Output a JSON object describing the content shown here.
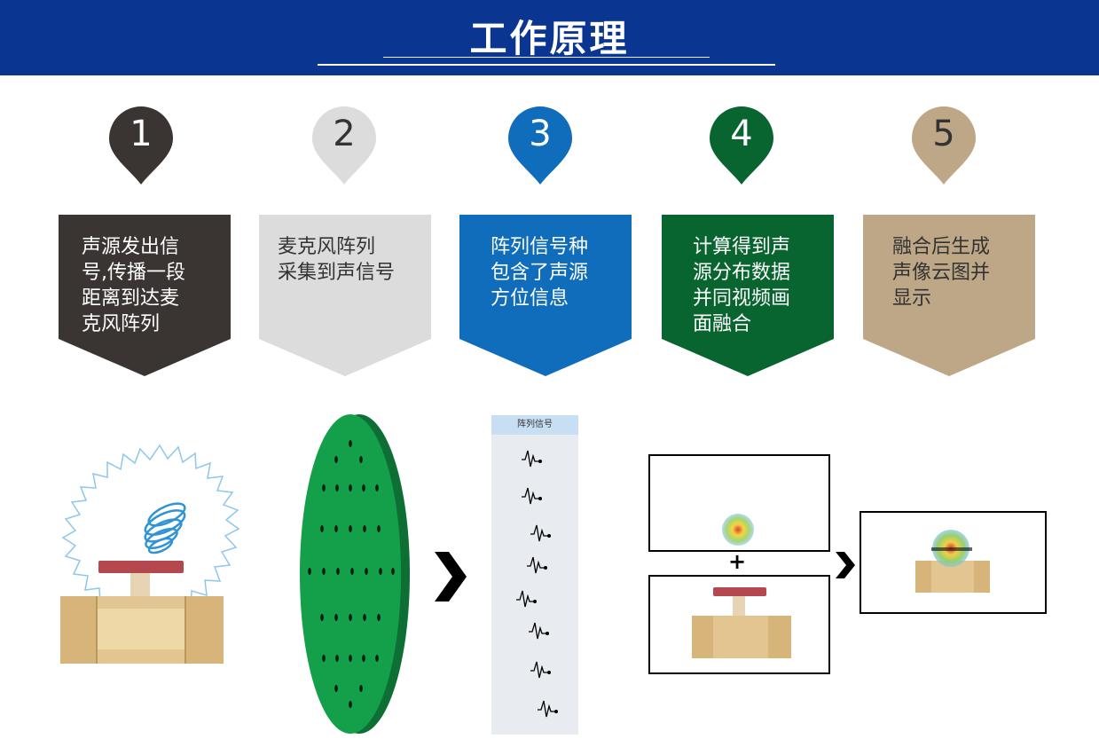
{
  "header": {
    "title": "工作原理"
  },
  "steps": [
    {
      "num": "1",
      "color": "#3a3532",
      "text": "声源发出信\n号,传播一段\n距离到达麦\n克风阵列",
      "text_color": "#ffffff"
    },
    {
      "num": "2",
      "color": "#dcdcdc",
      "text": "麦克风阵列\n采集到声信号",
      "text_color": "#333333"
    },
    {
      "num": "3",
      "color": "#0f6dbb",
      "text": "阵列信号种\n包含了声源\n方位信息",
      "text_color": "#ffffff"
    },
    {
      "num": "4",
      "color": "#08652f",
      "text": "计算得到声\n源分布数据\n并同视频画\n面融合",
      "text_color": "#ffffff"
    },
    {
      "num": "5",
      "color": "#bda786",
      "text": "融合后生成\n声像云图并\n显示",
      "text_color": "#333333"
    }
  ],
  "panel": {
    "title": "阵列信号"
  },
  "plus": "+",
  "colors": {
    "header_bg": "#0a3591",
    "mic_green": "#14a04a",
    "pipe": "#e2c590",
    "handle": "#b5474f"
  }
}
